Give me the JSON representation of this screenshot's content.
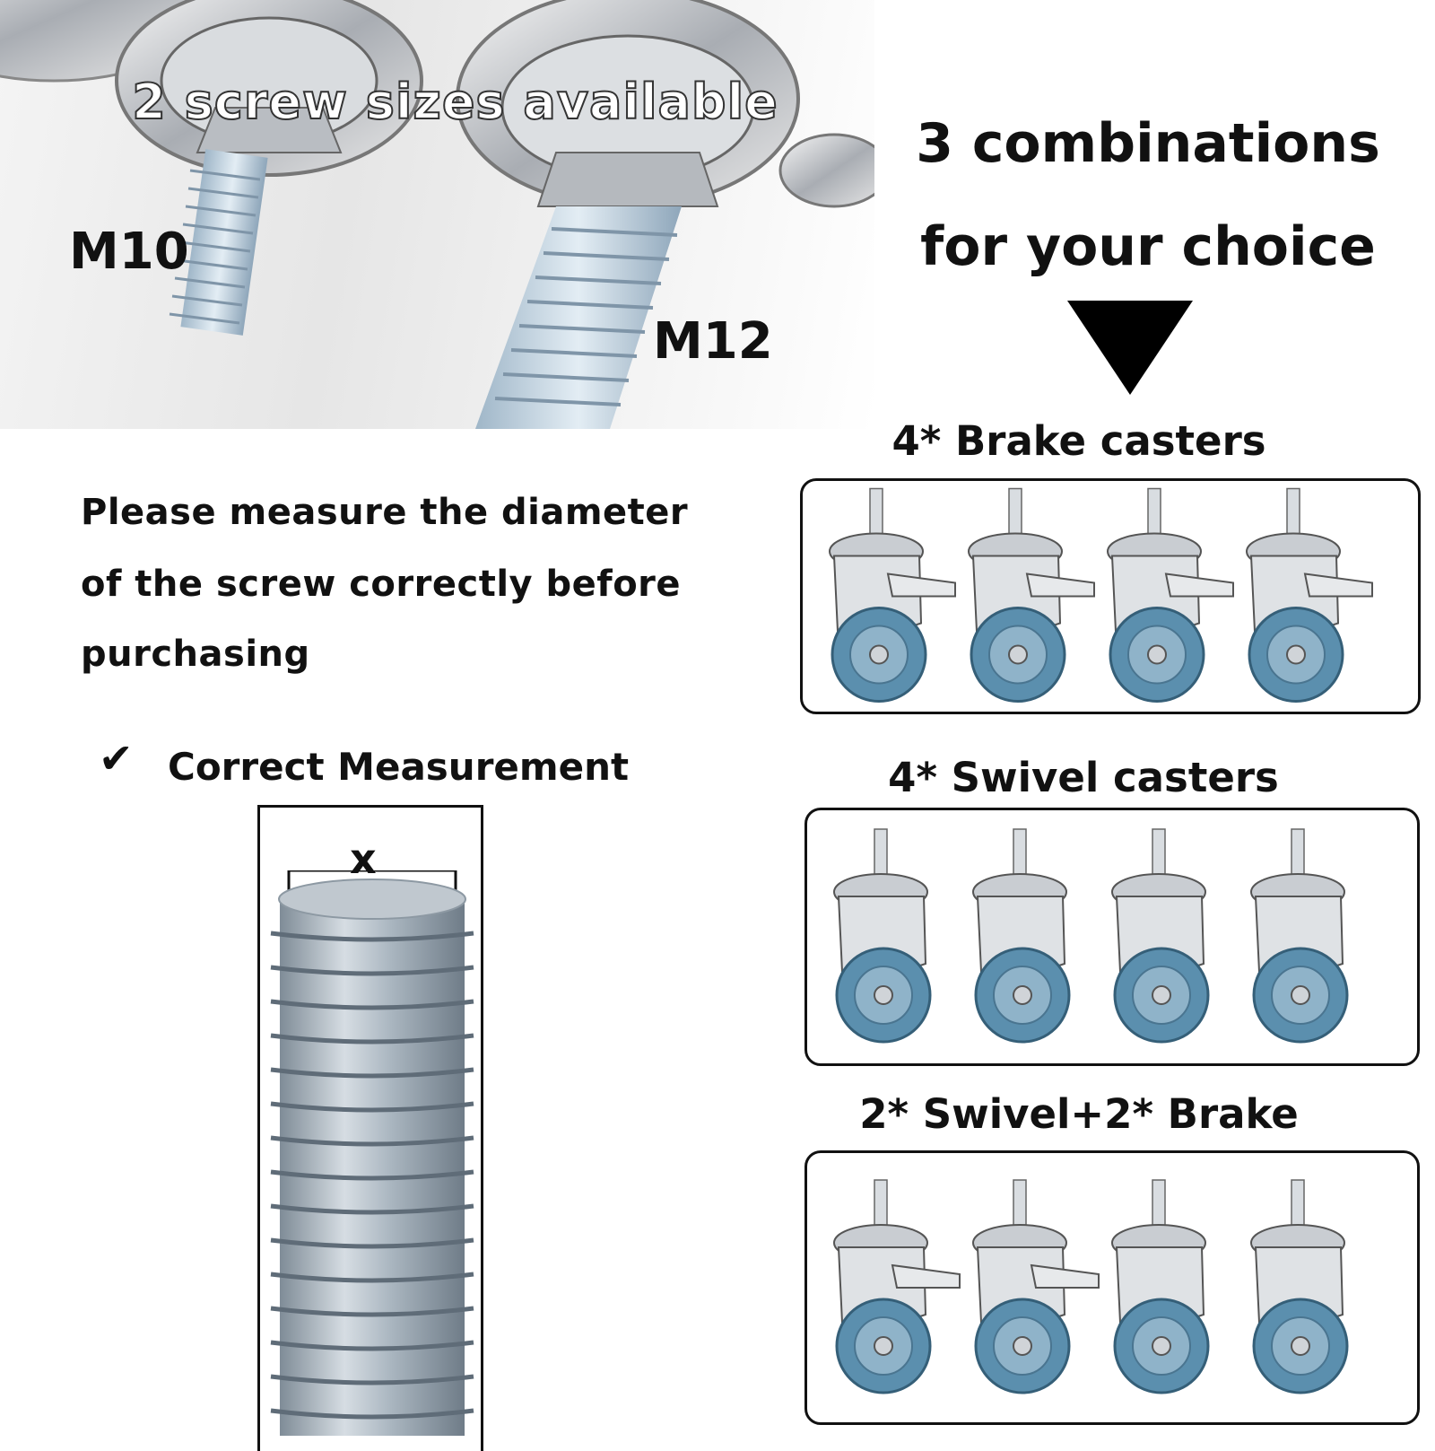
{
  "photo": {
    "title": "2 screw sizes available",
    "size_small": "M10",
    "size_large": "M12"
  },
  "header": {
    "line1": "3 combinations",
    "line2": "for your choice",
    "arrow_icon": "down-triangle-icon"
  },
  "combos": [
    {
      "title": "4* Brake casters",
      "casters": [
        "brake",
        "brake",
        "brake",
        "brake"
      ]
    },
    {
      "title": "4* Swivel casters",
      "casters": [
        "swivel",
        "swivel",
        "swivel",
        "swivel"
      ]
    },
    {
      "title": "2* Swivel+2* Brake",
      "casters": [
        "brake",
        "brake",
        "swivel",
        "swivel"
      ]
    }
  ],
  "note": {
    "line1": "Please measure the diameter",
    "line2": "of the screw correctly before",
    "line3": "purchasing"
  },
  "measurement": {
    "check_icon": "checkmark-icon",
    "label": "Correct Measurement",
    "dimension_label": "x"
  },
  "colors": {
    "wheel_blue": "#5b8fae",
    "steel": "#c9cdd2",
    "text": "#111111"
  }
}
